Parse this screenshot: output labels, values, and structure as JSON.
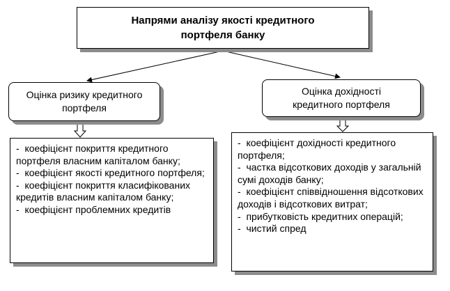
{
  "title": {
    "line1": "Напрями  аналізу якості кредитного",
    "line2": "портфеля банку"
  },
  "left_branch": {
    "head_line1": "Оцінка ризику кредитного",
    "head_line2": "портфеля",
    "items": [
      "коефіцієнт покриття кредитного портфеля власним капіталом банку;",
      "коефіцієнт якості кредитного портфеля;",
      "коефіцієнт покриття класифікованих кредитів власним капіталом банку;",
      "коефіцієнт проблемних кредитів"
    ]
  },
  "right_branch": {
    "head_line1": "Оцінка дохідності",
    "head_line2": "кредитного портфеля",
    "items": [
      "коефіцієнт дохідності кредитного портфеля;",
      "частка відсоткових доходів у загальній сумі доходів банку;",
      "коефіцієнт співвідношення відсоткових доходів і відсоткових витрат;",
      "прибутковість кредитних операцій;",
      "чистий спред"
    ]
  }
}
